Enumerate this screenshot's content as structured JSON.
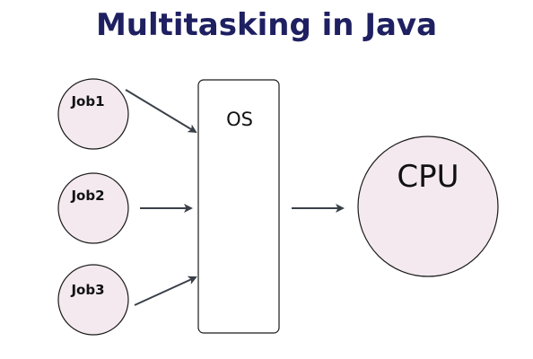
{
  "title": "Multitasking in Java",
  "jobs": [
    {
      "label": "Job1"
    },
    {
      "label": "Job2"
    },
    {
      "label": "Job3"
    }
  ],
  "os": {
    "label": "OS"
  },
  "cpu": {
    "label": "CPU"
  },
  "colors": {
    "title": "#1f2061",
    "node_fill": "#f3e9ee",
    "stroke": "#1a1a1a",
    "arrow": "#3a4048",
    "os_fill": "#ffffff"
  }
}
